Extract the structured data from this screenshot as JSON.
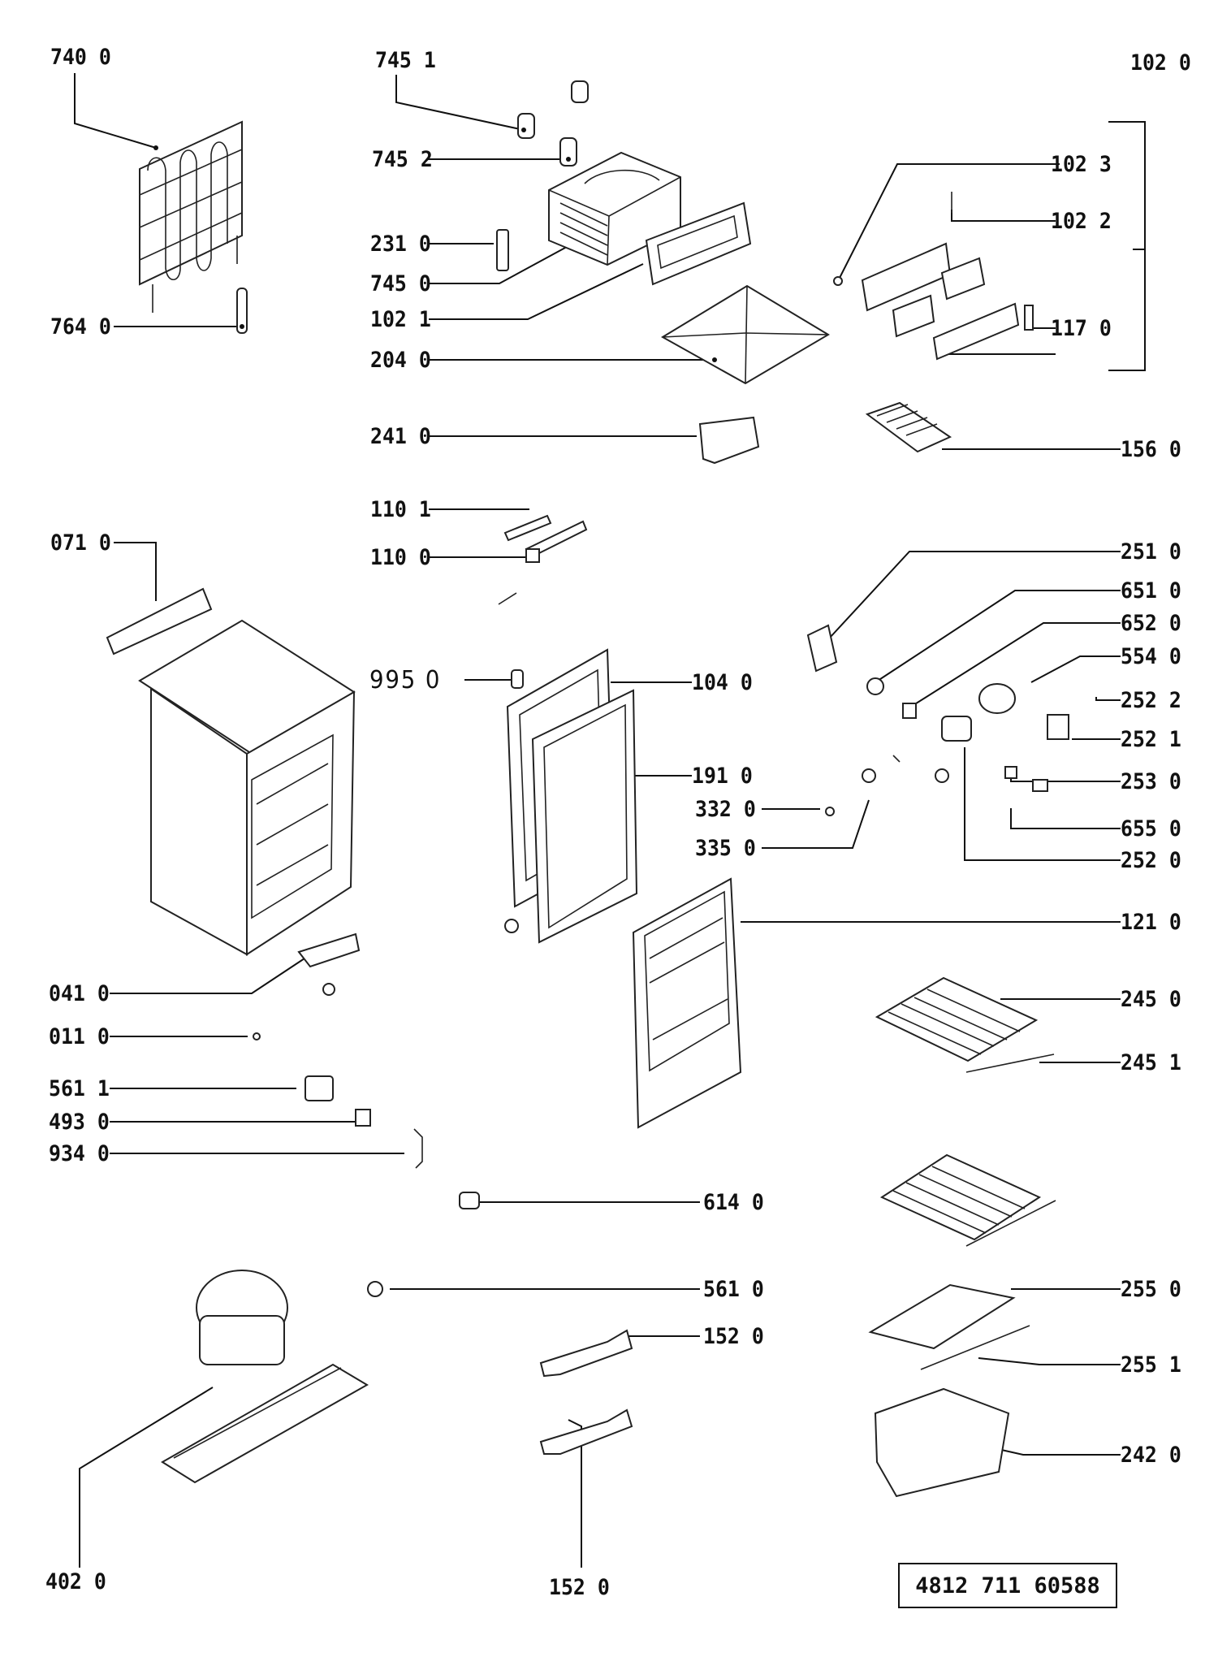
{
  "labels": {
    "p7400": "740 0",
    "p7451": "745 1",
    "p1020": "102 0",
    "p7452": "745 2",
    "p1023": "102 3",
    "p1022": "102 2",
    "p2310": "231 0",
    "p7450": "745 0",
    "p1021": "102 1",
    "p7640": "764 0",
    "p1170": "117 0",
    "p2040": "204 0",
    "p2410": "241 0",
    "p1560": "156 0",
    "p1101": "110 1",
    "p0710": "071 0",
    "p1100": "110 0",
    "p2510": "251 0",
    "p6510": "651 0",
    "p6520": "652 0",
    "p9950": "995  0",
    "p1040": "104 0",
    "p5540": "554 0",
    "p2522": "252 2",
    "p2521": "252 1",
    "p1910": "191 0",
    "p3320": "332 0",
    "p2530": "253 0",
    "p3350": "335 0",
    "p6550": "655 0",
    "p2520": "252 0",
    "p1210": "121 0",
    "p0410": "041 0",
    "p2450": "245 0",
    "p0110": "011 0",
    "p2451": "245 1",
    "p5611": "561 1",
    "p4930": "493 0",
    "p9340": "934 0",
    "p6140": "614 0",
    "p5610": "561 0",
    "p2550": "255 0",
    "p1520a": "152 0",
    "p2551": "255 1",
    "p2420": "242 0",
    "p4020": "402 0",
    "p1520b": "152 0"
  },
  "document_number": "4812 711 60588"
}
